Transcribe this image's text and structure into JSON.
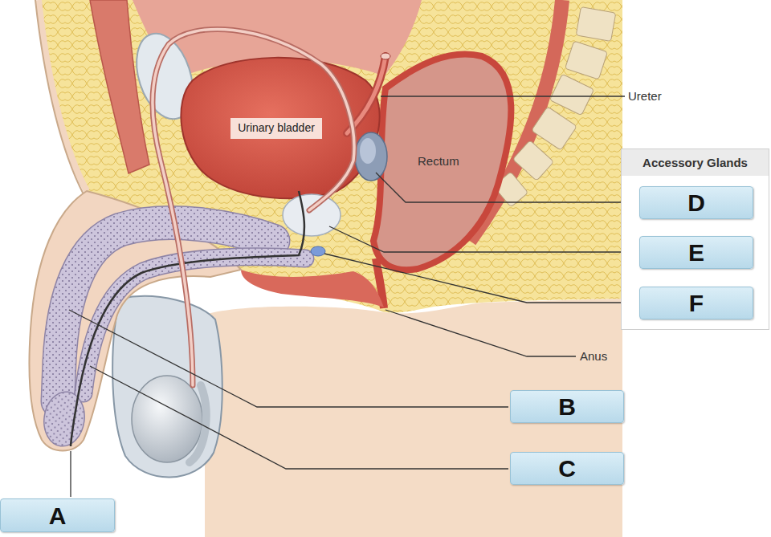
{
  "diagram": {
    "nodes": [
      {
        "text": [
          "Urinary bladder"
        ]
      },
      {
        "text": [
          "Accessory Glands"
        ]
      },
      {
        "text": [
          "D"
        ],
        "in": 1
      },
      {
        "text": [
          "E"
        ],
        "in": 1
      },
      {
        "text": [
          "F"
        ],
        "in": 1
      },
      {
        "text": [
          "B"
        ]
      },
      {
        "text": [
          "C"
        ]
      },
      {
        "text": [
          "A"
        ]
      }
    ],
    "labels": [
      "Ureter",
      "Rectum",
      "Anus"
    ]
  }
}
